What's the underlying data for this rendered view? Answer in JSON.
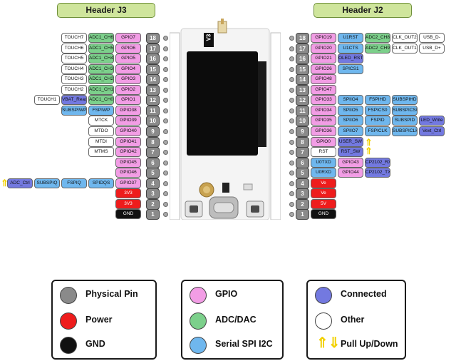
{
  "headers": {
    "left": "Header J3",
    "right": "Header J2"
  },
  "colors": {
    "gpio": "#f29de5",
    "adc": "#7cd08b",
    "spi": "#6fb7ee",
    "connected": "#7379e0",
    "other": "#ffffff",
    "power": "#ee1c1c",
    "gnd": "#111111",
    "physical": "#8a8a8a",
    "header": "#cfe59c",
    "arrow": "#f2d100"
  },
  "left_rows": [
    {
      "pin": "18",
      "labels": [
        {
          "t": "TOUCH7",
          "c": "other"
        },
        {
          "t": "ADC1_CH6",
          "c": "adc"
        },
        {
          "t": "GPIO7",
          "c": "gpio"
        }
      ]
    },
    {
      "pin": "17",
      "labels": [
        {
          "t": "TOUCH6",
          "c": "other"
        },
        {
          "t": "ADC1_CH5",
          "c": "adc"
        },
        {
          "t": "GPIO6",
          "c": "gpio"
        }
      ]
    },
    {
      "pin": "16",
      "labels": [
        {
          "t": "TOUCH5",
          "c": "other"
        },
        {
          "t": "ADC1_CH4",
          "c": "adc"
        },
        {
          "t": "GPIO5",
          "c": "gpio"
        }
      ]
    },
    {
      "pin": "15",
      "labels": [
        {
          "t": "TOUCH4",
          "c": "other"
        },
        {
          "t": "ADC1_CH3",
          "c": "adc"
        },
        {
          "t": "GPIO4",
          "c": "gpio"
        }
      ]
    },
    {
      "pin": "14",
      "labels": [
        {
          "t": "TOUCH3",
          "c": "other"
        },
        {
          "t": "ADC1_CH2",
          "c": "adc"
        },
        {
          "t": "GPIO3",
          "c": "gpio"
        }
      ]
    },
    {
      "pin": "13",
      "labels": [
        {
          "t": "TOUCH2",
          "c": "other"
        },
        {
          "t": "ADC1_CH1",
          "c": "adc"
        },
        {
          "t": "GPIO2",
          "c": "gpio"
        }
      ]
    },
    {
      "pin": "12",
      "labels": [
        {
          "t": "TOUCH1",
          "c": "other"
        },
        {
          "t": "VBAT_Read",
          "c": "connected"
        },
        {
          "t": "ADC1_CH0",
          "c": "adc"
        },
        {
          "t": "GPIO1",
          "c": "gpio"
        }
      ]
    },
    {
      "pin": "11",
      "labels": [
        {
          "t": "SUBSPIWP",
          "c": "spi"
        },
        {
          "t": "FSPIWP",
          "c": "spi"
        },
        {
          "t": "GPIO38",
          "c": "gpio"
        }
      ]
    },
    {
      "pin": "10",
      "labels": [
        {
          "t": "MTCK",
          "c": "other"
        },
        {
          "t": "GPIO39",
          "c": "gpio"
        }
      ]
    },
    {
      "pin": "9",
      "labels": [
        {
          "t": "MTDO",
          "c": "other"
        },
        {
          "t": "GPIO40",
          "c": "gpio"
        }
      ]
    },
    {
      "pin": "8",
      "labels": [
        {
          "t": "MTDI",
          "c": "other"
        },
        {
          "t": "GPIO41",
          "c": "gpio"
        }
      ]
    },
    {
      "pin": "7",
      "labels": [
        {
          "t": "MTMS",
          "c": "other"
        },
        {
          "t": "GPIO42",
          "c": "gpio"
        }
      ]
    },
    {
      "pin": "6",
      "labels": [
        {
          "t": "GPIO45",
          "c": "gpio"
        }
      ]
    },
    {
      "pin": "5",
      "labels": [
        {
          "t": "GPIO46",
          "c": "gpio"
        }
      ]
    },
    {
      "pin": "4",
      "labels": [
        {
          "t": "ADC_Ctrl",
          "c": "connected"
        },
        {
          "t": "SUBSPIQ",
          "c": "spi"
        },
        {
          "t": "FSPIQ",
          "c": "spi"
        },
        {
          "t": "SPIDQS",
          "c": "spi"
        },
        {
          "t": "GPIO37",
          "c": "gpio"
        }
      ]
    },
    {
      "pin": "3",
      "labels": [
        {
          "t": "3V3",
          "c": "power"
        }
      ]
    },
    {
      "pin": "2",
      "labels": [
        {
          "t": "3V3",
          "c": "power"
        }
      ]
    },
    {
      "pin": "1",
      "labels": [
        {
          "t": "GND",
          "c": "gnd"
        }
      ]
    }
  ],
  "right_rows": [
    {
      "pin": "18",
      "labels": [
        {
          "t": "GPIO19",
          "c": "gpio"
        },
        {
          "t": "U1RST",
          "c": "spi"
        },
        {
          "t": "ADC2_CH8",
          "c": "adc"
        },
        {
          "t": "CLK_OUT2",
          "c": "other"
        },
        {
          "t": "USB_D-",
          "c": "other"
        }
      ]
    },
    {
      "pin": "17",
      "labels": [
        {
          "t": "GPIO20",
          "c": "gpio"
        },
        {
          "t": "U1CTS",
          "c": "spi"
        },
        {
          "t": "ADC2_CH9",
          "c": "adc"
        },
        {
          "t": "CLK_OUT1",
          "c": "other"
        },
        {
          "t": "USB_D+",
          "c": "other"
        }
      ]
    },
    {
      "pin": "16",
      "labels": [
        {
          "t": "GPIO21",
          "c": "gpio"
        },
        {
          "t": "OLED_RST",
          "c": "connected"
        }
      ]
    },
    {
      "pin": "15",
      "labels": [
        {
          "t": "GPIO26",
          "c": "gpio"
        },
        {
          "t": "SPICS1",
          "c": "spi"
        }
      ]
    },
    {
      "pin": "14",
      "labels": [
        {
          "t": "GPIO48",
          "c": "gpio"
        }
      ]
    },
    {
      "pin": "13",
      "labels": [
        {
          "t": "GPIO47",
          "c": "gpio"
        }
      ]
    },
    {
      "pin": "12",
      "labels": [
        {
          "t": "GPIO33",
          "c": "gpio"
        },
        {
          "t": "SPIIO4",
          "c": "spi"
        },
        {
          "t": "FSPIHD",
          "c": "spi"
        },
        {
          "t": "SUBSPIHD",
          "c": "spi"
        }
      ]
    },
    {
      "pin": "11",
      "labels": [
        {
          "t": "GPIO34",
          "c": "gpio"
        },
        {
          "t": "SPIIO5",
          "c": "spi"
        },
        {
          "t": "FSPICS0",
          "c": "spi"
        },
        {
          "t": "SUBSPICS0",
          "c": "spi"
        }
      ]
    },
    {
      "pin": "10",
      "labels": [
        {
          "t": "GPIO35",
          "c": "gpio"
        },
        {
          "t": "SPIIO6",
          "c": "spi"
        },
        {
          "t": "FSPID",
          "c": "spi"
        },
        {
          "t": "SUBSPID",
          "c": "spi"
        },
        {
          "t": "LED_Write",
          "c": "connected"
        }
      ]
    },
    {
      "pin": "9",
      "labels": [
        {
          "t": "GPIO36",
          "c": "gpio"
        },
        {
          "t": "SPIIO7",
          "c": "spi"
        },
        {
          "t": "FSPICLK",
          "c": "spi"
        },
        {
          "t": "SUBSPICLK",
          "c": "spi"
        },
        {
          "t": "Vext_Ctrl",
          "c": "connected"
        }
      ]
    },
    {
      "pin": "8",
      "labels": [
        {
          "t": "GPIO0",
          "c": "gpio"
        },
        {
          "t": "USER_SW",
          "c": "connected"
        }
      ]
    },
    {
      "pin": "7",
      "labels": [
        {
          "t": "RST",
          "c": "other"
        },
        {
          "t": "RST_SW",
          "c": "connected"
        }
      ]
    },
    {
      "pin": "6",
      "labels": [
        {
          "t": "U0TXD",
          "c": "spi"
        },
        {
          "t": "GPIO43",
          "c": "gpio"
        },
        {
          "t": "CP2102_RX",
          "c": "connected"
        }
      ]
    },
    {
      "pin": "5",
      "labels": [
        {
          "t": "U0RXD",
          "c": "spi"
        },
        {
          "t": "GPIO44",
          "c": "gpio"
        },
        {
          "t": "CP2102_TX",
          "c": "connected"
        }
      ]
    },
    {
      "pin": "4",
      "labels": [
        {
          "t": "Ve",
          "c": "power"
        }
      ]
    },
    {
      "pin": "3",
      "labels": [
        {
          "t": "Ve",
          "c": "power"
        }
      ]
    },
    {
      "pin": "2",
      "labels": [
        {
          "t": "5V",
          "c": "power"
        }
      ]
    },
    {
      "pin": "1",
      "labels": [
        {
          "t": "GND",
          "c": "gnd"
        }
      ]
    }
  ],
  "board": {
    "version": "V3"
  },
  "legend": [
    [
      {
        "label": "Physical Pin",
        "color": "physical"
      },
      {
        "label": "Power",
        "color": "power"
      },
      {
        "label": "GND",
        "color": "gnd"
      }
    ],
    [
      {
        "label": "GPIO",
        "color": "gpio"
      },
      {
        "label": "ADC/DAC",
        "color": "adc"
      },
      {
        "label": "Serial SPI I2C",
        "color": "spi"
      }
    ],
    [
      {
        "label": "Connected",
        "color": "connected"
      },
      {
        "label": "Other",
        "color": "other"
      },
      {
        "label": "Pull Up/Down",
        "color": "arrow",
        "arrow": true
      }
    ]
  ]
}
